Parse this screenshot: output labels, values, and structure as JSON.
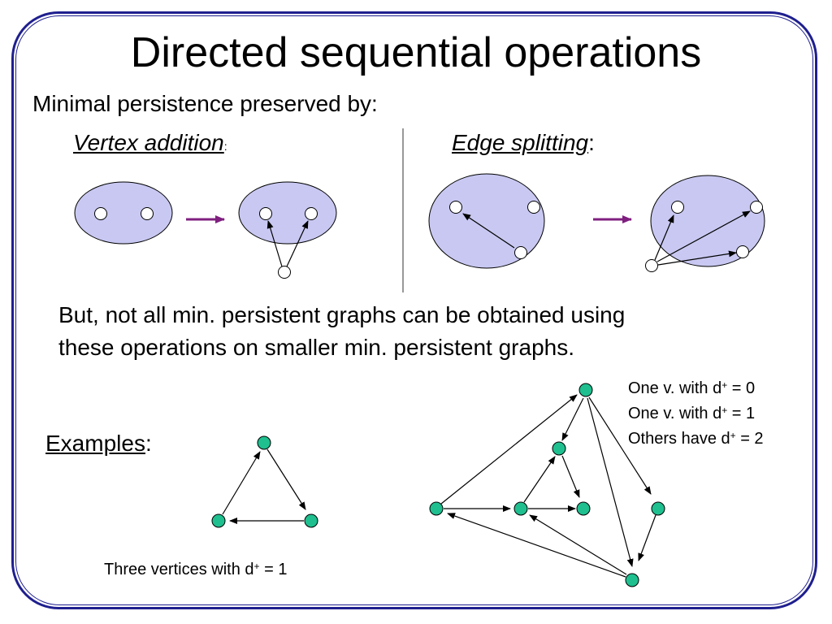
{
  "slide": {
    "title": "Directed sequential operations",
    "subtitle": "Minimal persistence preserved by:"
  },
  "operations": {
    "vertex_addition": {
      "label": "Vertex addition",
      "suffix": ":"
    },
    "edge_splitting": {
      "label": "Edge splitting",
      "suffix": ":"
    }
  },
  "paragraph": {
    "line1": "But, not all min. persistent graphs can be obtained using",
    "line2": "these operations on smaller min. persistent graphs."
  },
  "examples": {
    "label": "Examples",
    "suffix": ":"
  },
  "triangle_caption": {
    "prefix": "Three vertices with d",
    "sup": "+",
    "rest": " = 1"
  },
  "graph_notes": [
    {
      "prefix": "One v. with d",
      "sup": "+",
      "rest": " = 0"
    },
    {
      "prefix": "One v. with d",
      "sup": "+",
      "rest": " = 1"
    },
    {
      "prefix": "Others have d",
      "sup": "+",
      "rest": " = 2"
    }
  ],
  "colors": {
    "frame": "#1f1f8f",
    "ellipse_fill": "#c8c8f2",
    "arrow_purple": "#7f1f7f",
    "vertex_green": "#1fbf8f"
  }
}
